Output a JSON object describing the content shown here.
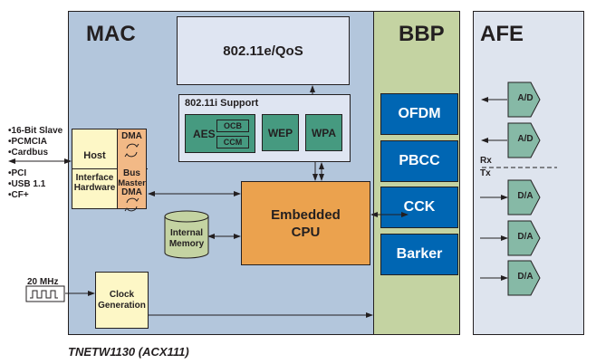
{
  "blocks": {
    "mac": {
      "title": "MAC"
    },
    "bbp": {
      "title": "BBP",
      "modulations": [
        "OFDM",
        "PBCC",
        "CCK",
        "Barker"
      ]
    },
    "afe": {
      "title": "AFE",
      "rx_label": "Rx",
      "tx_label": "Tx",
      "adcs": [
        "A/D",
        "A/D"
      ],
      "dacs": [
        "D/A",
        "D/A",
        "D/A"
      ]
    }
  },
  "qos": {
    "label": "802.11e/QoS"
  },
  "security": {
    "title": "802.11i Support",
    "aes": "AES",
    "aes_modes": [
      "OCB",
      "CCM"
    ],
    "wep": "WEP",
    "wpa": "WPA"
  },
  "cpu": {
    "line1": "Embedded",
    "line2": "CPU"
  },
  "memory": {
    "line1": "Internal",
    "line2": "Memory"
  },
  "host": {
    "line1": "Host",
    "line2": "Interface",
    "line3": "Hardware",
    "dma": "DMA",
    "bm1": "Bus",
    "bm2": "Master",
    "bm3": "DMA"
  },
  "interfaces": {
    "upper": [
      "•16-Bit Slave",
      "•PCMCIA",
      "•Cardbus"
    ],
    "lower": [
      "•PCI",
      "•USB 1.1",
      "•CF+"
    ]
  },
  "clock": {
    "input": "20 MHz",
    "line1": "Clock",
    "line2": "Generation"
  },
  "caption": "TNETW1130 (ACX111)"
}
